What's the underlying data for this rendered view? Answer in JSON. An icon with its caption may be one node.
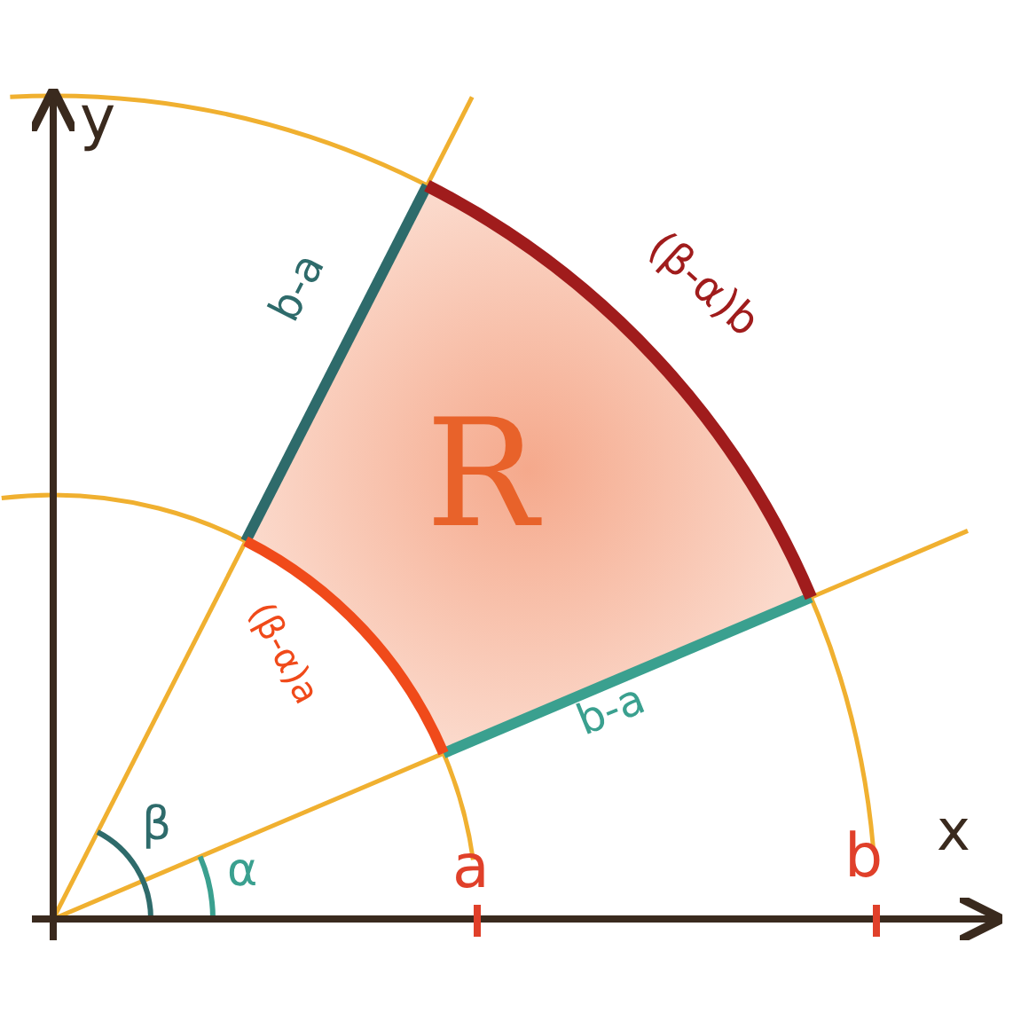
{
  "diagram": {
    "nodes": [
      {
        "text": [
          "R"
        ]
      }
    ],
    "labels": [
      "y",
      "x",
      "b-a",
      "(β-α)b",
      "(β-α)a",
      "b-a",
      "β",
      "α",
      "a",
      "b"
    ]
  }
}
